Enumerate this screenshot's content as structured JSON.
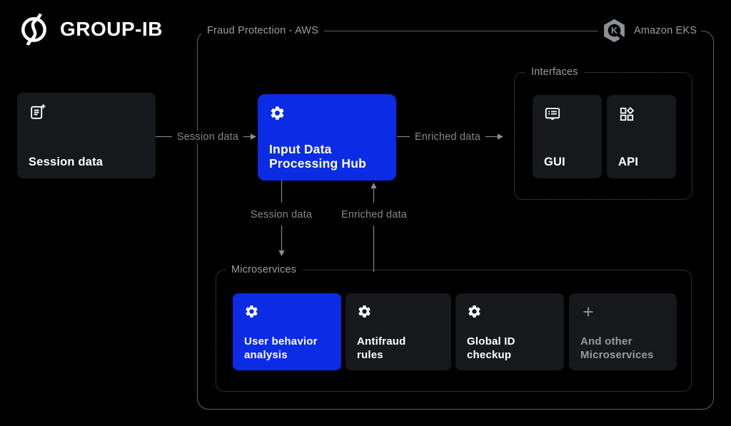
{
  "brand": {
    "name": "GROUP-IB",
    "logo_icon": "group-ib-ring-slash-icon"
  },
  "frame": {
    "title": "Fraud Protection - AWS",
    "platform": {
      "label": "Amazon EKS",
      "icon": "amazon-eks-hexagon-icon",
      "icon_letter": "K"
    }
  },
  "nodes": {
    "session_source": {
      "title": "Session data",
      "icon": "note-add-icon"
    },
    "hub": {
      "title": "Input Data\nProcessing Hub",
      "icon": "gear-icon",
      "highlighted": true
    },
    "interfaces": {
      "label": "Interfaces",
      "cards": [
        {
          "title": "GUI",
          "icon": "display-icon"
        },
        {
          "title": "API",
          "icon": "widgets-icon"
        }
      ]
    },
    "microservices": {
      "label": "Microservices",
      "cards": [
        {
          "title": "User behavior\nanalysis",
          "icon": "gear-icon",
          "highlighted": true
        },
        {
          "title": "Antifraud\nrules",
          "icon": "gear-icon",
          "highlighted": false
        },
        {
          "title": "Global ID\ncheckup",
          "icon": "gear-icon",
          "highlighted": false
        },
        {
          "title": "And other\nMicroservices",
          "icon": "plus-icon",
          "highlighted": false
        }
      ]
    }
  },
  "edges": [
    {
      "label": "Session data",
      "from": "Session data",
      "to": "Input Data Processing Hub",
      "direction": "right"
    },
    {
      "label": "Enriched data",
      "from": "Input Data Processing Hub",
      "to": "Interfaces",
      "direction": "right"
    },
    {
      "label": "Session data",
      "from": "Input Data Processing Hub",
      "to": "Microservices",
      "direction": "down"
    },
    {
      "label": "Enriched data",
      "from": "Microservices",
      "to": "Input Data Processing Hub",
      "direction": "up"
    }
  ],
  "colors": {
    "background": "#000000",
    "accent_blue": "#0b2ce4",
    "card_dark": "#17181c",
    "muted_label": "#9b9da2",
    "edge_line": "#7d8086",
    "eks_gray": "#8d9197"
  }
}
